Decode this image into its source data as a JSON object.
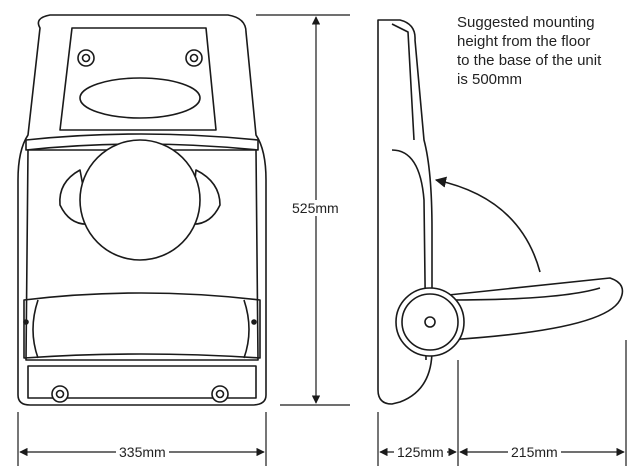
{
  "note": {
    "lines": [
      "Suggested mounting",
      "height from the floor",
      "to the base of the unit",
      "is 500mm"
    ]
  },
  "dimensions": {
    "height": "525mm",
    "front_width": "335mm",
    "side_depth": "125mm",
    "open_depth": "215mm"
  },
  "colors": {
    "line": "#1a1a1a",
    "fill": "#ffffff"
  }
}
